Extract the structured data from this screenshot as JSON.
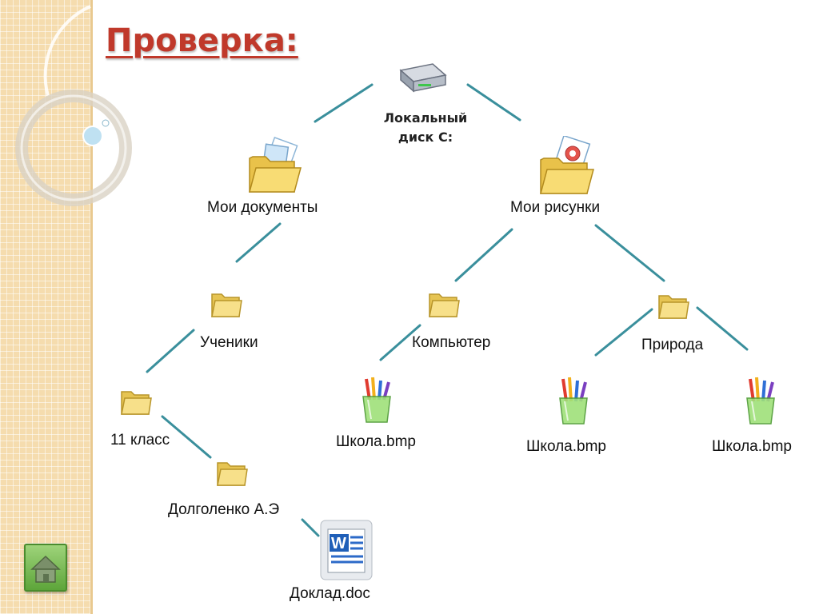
{
  "title": "Проверка:",
  "nodes": {
    "drive_line1": "Локальный",
    "drive_line2": "диск С:",
    "my_documents": "Мои документы",
    "my_pictures": "Мои рисунки",
    "students": "Ученики",
    "computer": "Компьютер",
    "nature": "Природа",
    "class11": "11 класс",
    "dolgolenko": "Долголенко А.Э",
    "report": "Доклад.doc",
    "school1": "Школа.bmp",
    "school2": "Школа.bmp",
    "school3": "Школа.bmp"
  },
  "colors": {
    "link": "#3a8f9c",
    "title": "#c0392b",
    "folder": "#f3d46a",
    "sidebar": "#f5dcae"
  },
  "icons": [
    "hard-drive-icon",
    "documents-folder-icon",
    "pictures-folder-icon",
    "folder-icon",
    "paint-brushes-icon",
    "word-document-icon",
    "home-icon"
  ]
}
